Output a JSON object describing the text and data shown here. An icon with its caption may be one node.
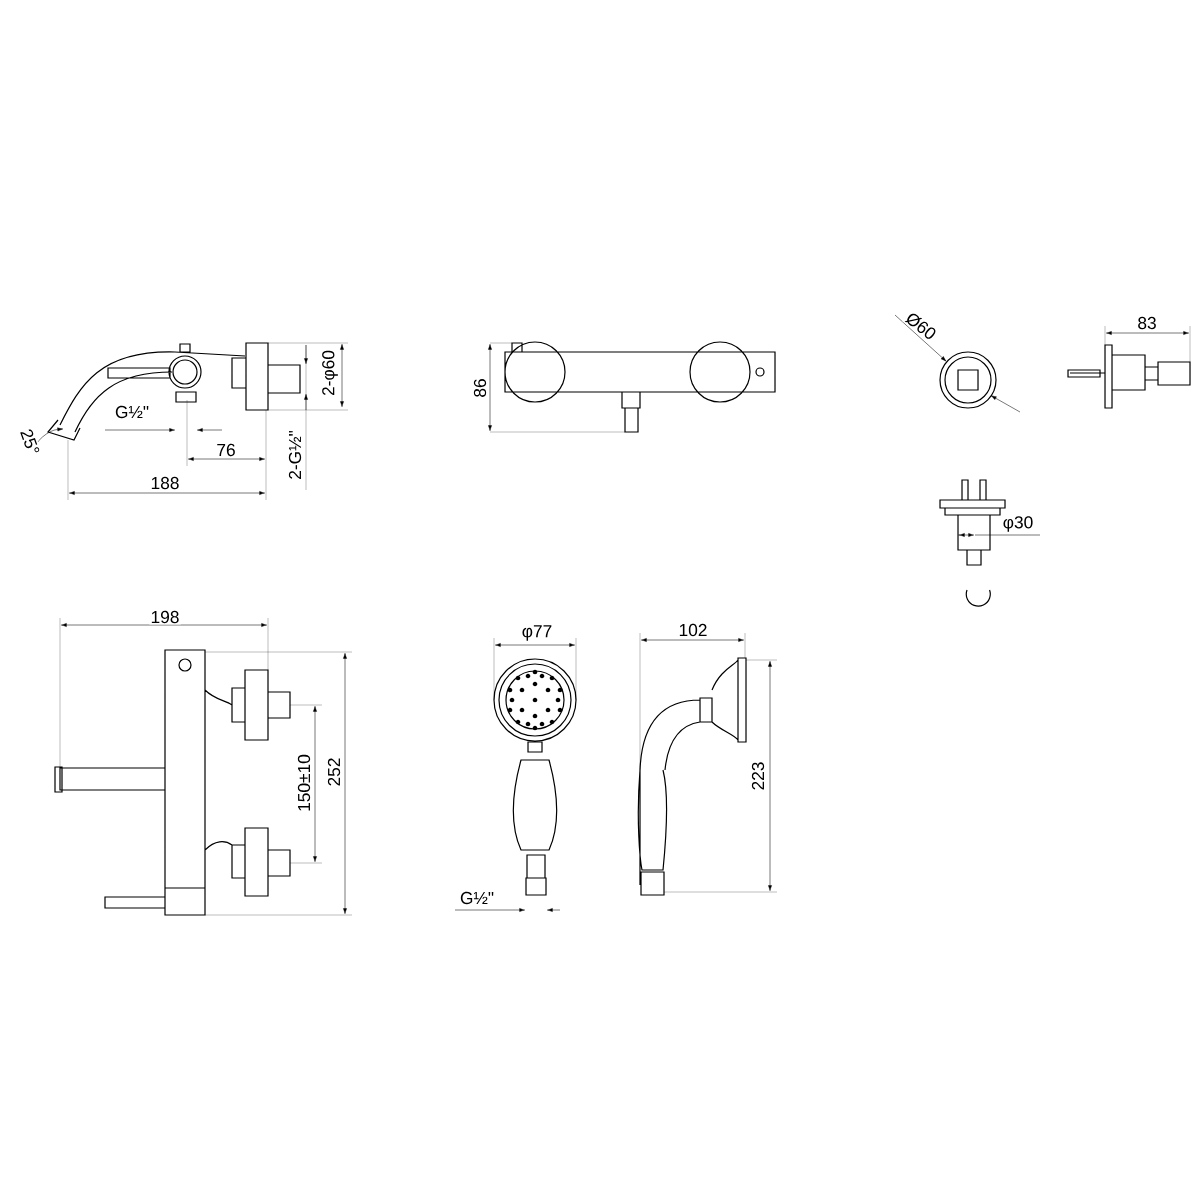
{
  "diagram": {
    "labels": [
      "83",
      "Ø60",
      "2-φ60",
      "86",
      "25°",
      "G½\"",
      "76",
      "2-G½\"",
      "188",
      "φ30",
      "198",
      "φ77",
      "102",
      "150±10",
      "252",
      "223",
      "G½\""
    ]
  }
}
